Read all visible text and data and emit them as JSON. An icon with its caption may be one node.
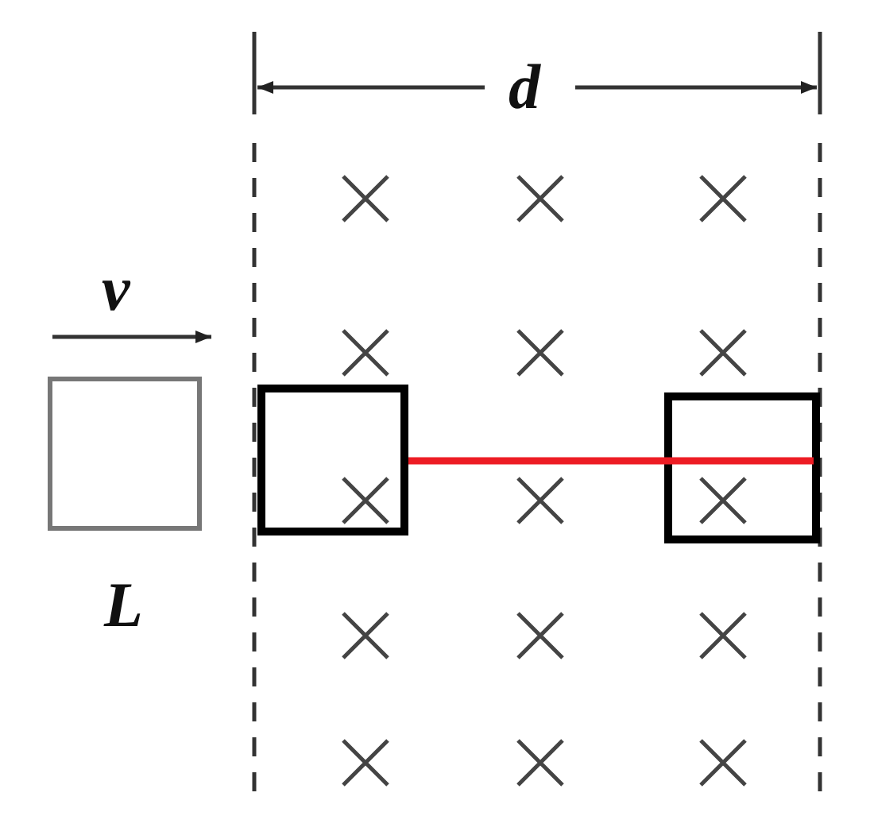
{
  "diagram": {
    "nodes": [
      {
        "text": [],
        "shape": "box",
        "beside": [
          "L"
        ]
      },
      {
        "text": [],
        "shape": "box"
      },
      {
        "text": [],
        "shape": "box"
      }
    ],
    "edges": [
      {
        "from": 1,
        "to": 2,
        "arrow": "none",
        "color": "#ed1c24"
      }
    ],
    "labels": [
      "d",
      "v"
    ]
  }
}
